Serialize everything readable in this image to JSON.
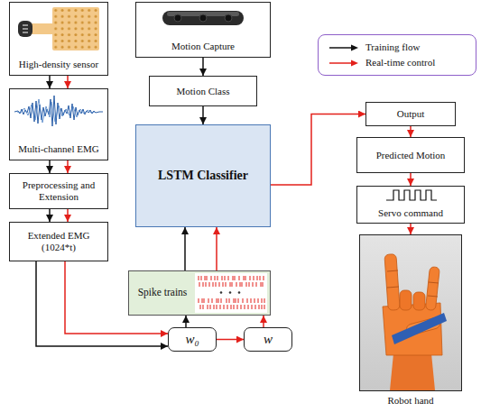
{
  "diagram": {
    "nodes": [
      {
        "text": [
          "High-density sensor"
        ]
      },
      {
        "text": [
          "Multi-channel EMG"
        ]
      },
      {
        "text": [
          "Preprocessing and Extension"
        ]
      },
      {
        "text": [
          "Extended EMG (1024*t)"
        ]
      },
      {
        "text": [
          "Motion Capture"
        ]
      },
      {
        "text": [
          "Motion Class"
        ]
      },
      {
        "text": [
          "LSTM Classifier"
        ]
      },
      {
        "text": [
          "Spike trains"
        ]
      },
      {
        "text": [
          "w₀"
        ]
      },
      {
        "text": [
          "w"
        ]
      },
      {
        "text": [
          "Output"
        ]
      },
      {
        "text": [
          "Predicted Motion"
        ]
      },
      {
        "text": [
          "Servo command"
        ]
      },
      {
        "text": [
          "Robot hand"
        ]
      }
    ],
    "edges": [
      {
        "from": 0,
        "to": 1,
        "arrow": "to"
      },
      {
        "from": 0,
        "to": 1,
        "arrow": "to"
      },
      {
        "from": 1,
        "to": 2,
        "arrow": "to"
      },
      {
        "from": 1,
        "to": 2,
        "arrow": "to"
      },
      {
        "from": 2,
        "to": 3,
        "arrow": "to"
      },
      {
        "from": 2,
        "to": 3,
        "arrow": "to"
      },
      {
        "from": 3,
        "to": 8,
        "arrow": "to"
      },
      {
        "from": 3,
        "to": 8,
        "arrow": "to"
      },
      {
        "from": 8,
        "to": 7,
        "arrow": "to"
      },
      {
        "from": 8,
        "to": 9,
        "arrow": "to"
      },
      {
        "from": 9,
        "to": 7,
        "arrow": "to"
      },
      {
        "from": 7,
        "to": 6,
        "arrow": "to"
      },
      {
        "from": 7,
        "to": 6,
        "arrow": "to"
      },
      {
        "from": 4,
        "to": 5,
        "arrow": "to"
      },
      {
        "from": 5,
        "to": 6,
        "arrow": "to"
      },
      {
        "from": 6,
        "to": 10,
        "arrow": "to"
      },
      {
        "from": 10,
        "to": 11,
        "arrow": "to"
      },
      {
        "from": 11,
        "to": 12,
        "arrow": "to"
      },
      {
        "from": 12,
        "to": 13,
        "arrow": "to"
      }
    ],
    "legend": [
      {
        "text": "Training flow"
      },
      {
        "text": "Real-time control"
      }
    ]
  }
}
